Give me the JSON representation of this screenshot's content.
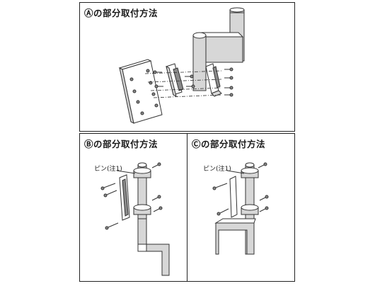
{
  "panels": {
    "a": {
      "title": "Ⓐの部分取付方法"
    },
    "b": {
      "title": "Ⓑの部分取付方法",
      "pin_note": "ピン(注1)"
    },
    "c": {
      "title": "Ⓒの部分取付方法",
      "pin_note": "ピン(注1)"
    }
  }
}
